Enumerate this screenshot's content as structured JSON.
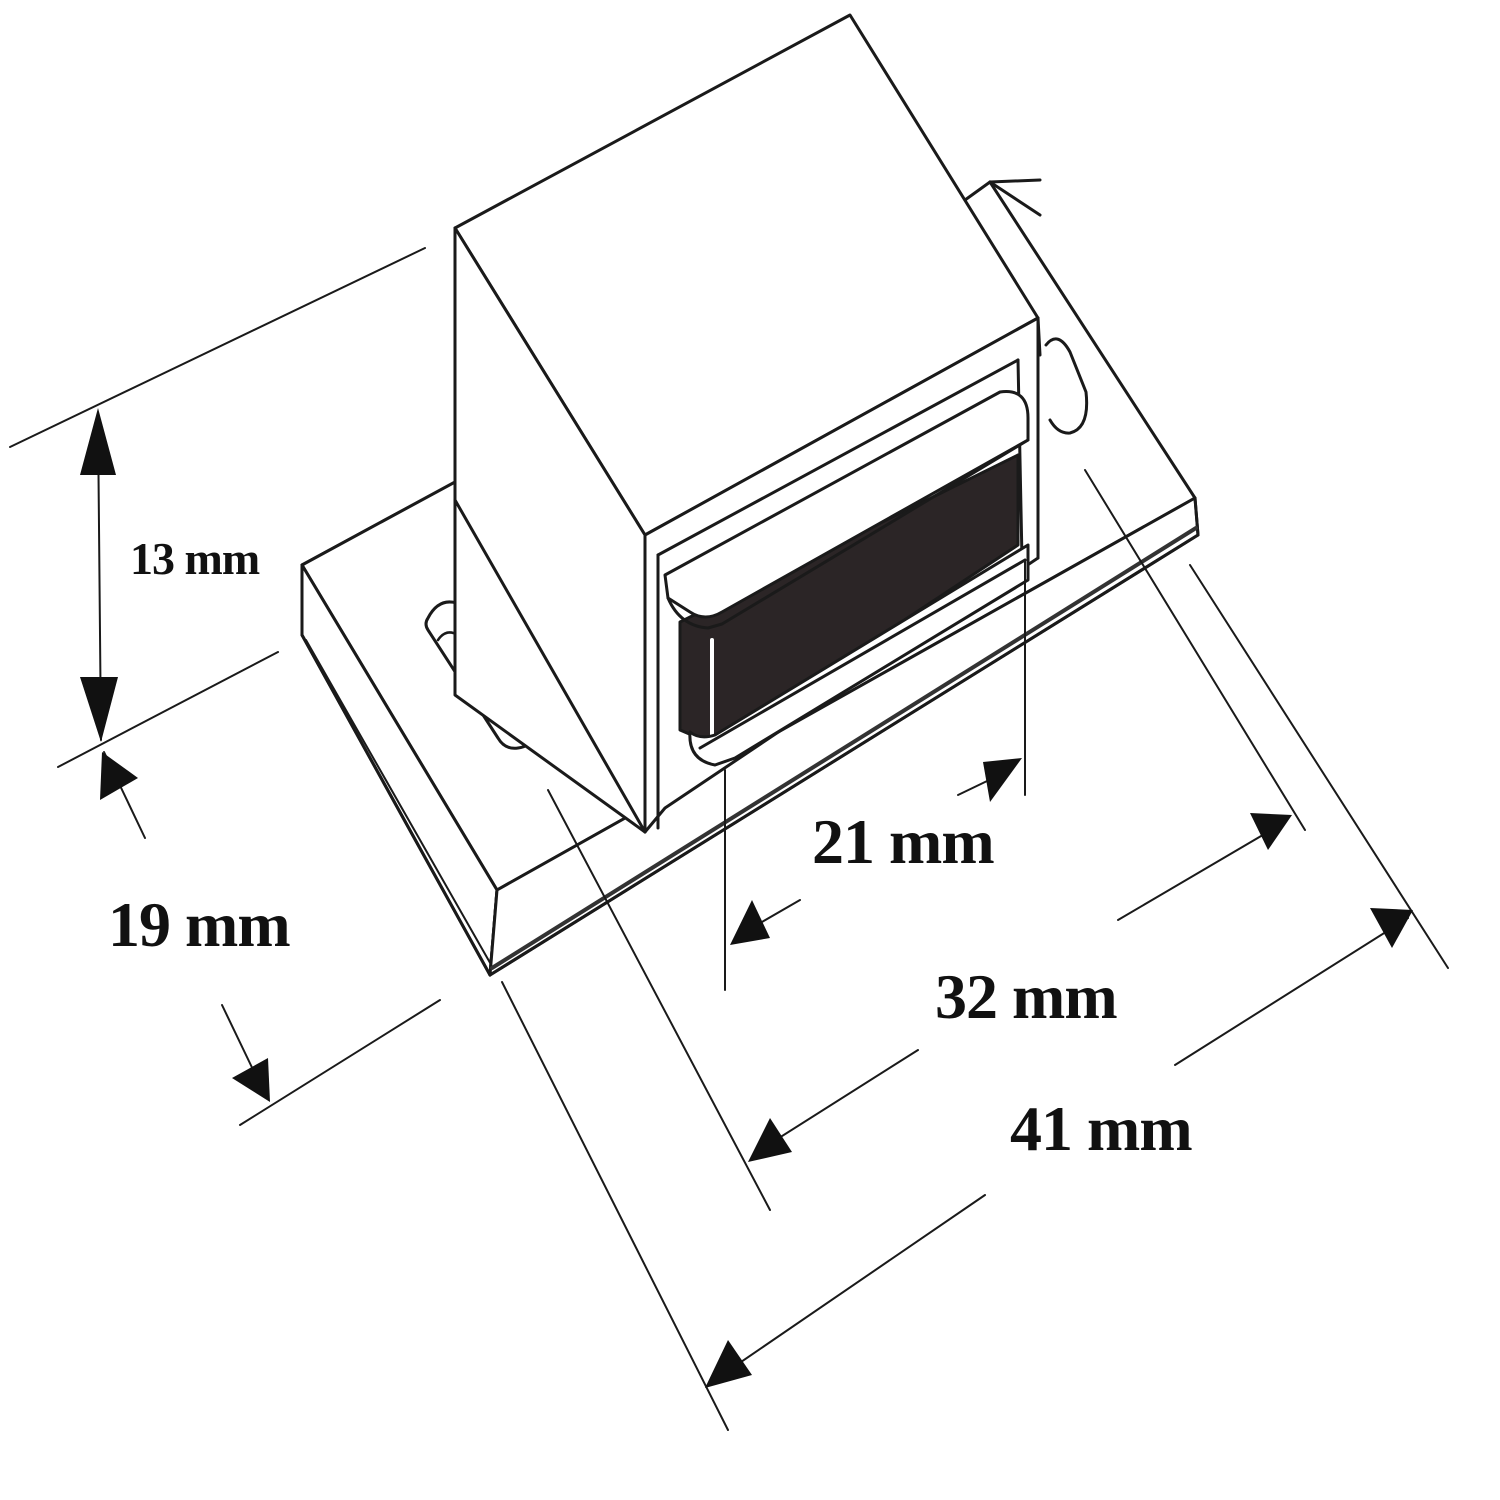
{
  "diagram": {
    "subject": "magnetic cabinet catch",
    "stroke_color": "#1a1a1a",
    "magnet_color": "#2b2526",
    "dimensions": {
      "height": {
        "value": "13 mm"
      },
      "base_thickness": {
        "value": "19 mm"
      },
      "magnet_width": {
        "value": "21 mm"
      },
      "hole_spacing": {
        "value": "32 mm"
      },
      "overall_length": {
        "value": "41 mm"
      }
    }
  }
}
